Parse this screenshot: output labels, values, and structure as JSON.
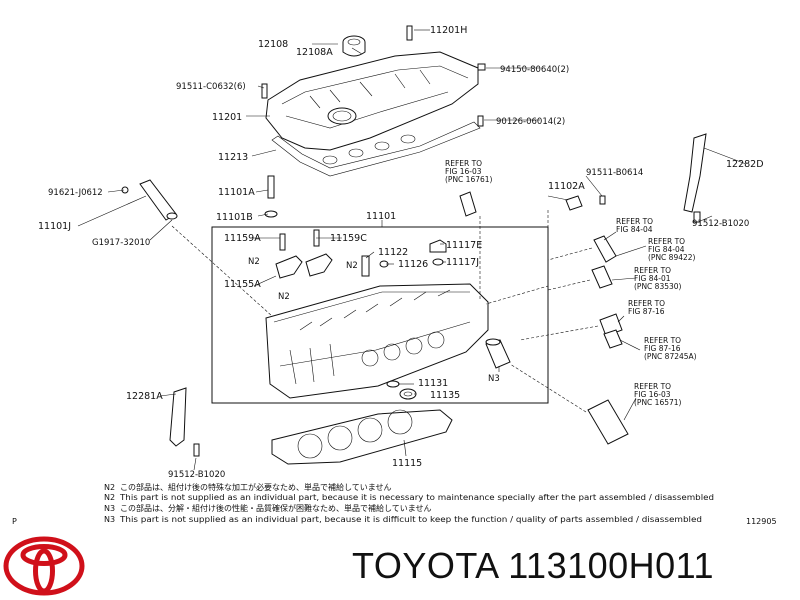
{
  "labels": {
    "p12108": "12108",
    "p12108A": "12108A",
    "p11201H": "11201H",
    "p91511": "91511-C0632(6)",
    "p94150": "94150-80640(2)",
    "p11201": "11201",
    "p90126": "90126-06014(2)",
    "p11213": "11213",
    "p91621": "91621-J0612",
    "p11101A": "11101A",
    "p11101J": "11101J",
    "p11101B": "11101B",
    "pG1917": "G1917-32010",
    "p11101": "11101",
    "p11102A": "11102A",
    "p91511b": "91511-B0614",
    "p12282D": "12282D",
    "p91512": "91512-B1020",
    "p11159A": "11159A",
    "p11159C": "11159C",
    "p11122": "11122",
    "p11117E": "11117E",
    "p11117J": "11117J",
    "p11126": "11126",
    "p11155A": "11155A",
    "n2a": "N2",
    "n2b": "N2",
    "n2c": "N2",
    "n3": "N3",
    "p12281A": "12281A",
    "p11131": "11131",
    "p11135": "11135",
    "p11115": "11115",
    "p91512b": "91512-B1020"
  },
  "refer": [
    {
      "l1": "REFER  TO",
      "l2": "FIG  16-03",
      "l3": "(PNC  16761)"
    },
    {
      "l1": "REFER  TO",
      "l2": "FIG  84-04",
      "l3": ""
    },
    {
      "l1": "REFER  TO",
      "l2": "FIG  84-04",
      "l3": "(PNC  89422)"
    },
    {
      "l1": "REFER  TO",
      "l2": "FIG  84-01",
      "l3": "(PNC  83530)"
    },
    {
      "l1": "REFER  TO",
      "l2": "FIG  87-16",
      "l3": ""
    },
    {
      "l1": "REFER  TO",
      "l2": "FIG  87-16",
      "l3": "(PNC  87245A)"
    },
    {
      "l1": "REFER  TO",
      "l2": "FIG  16-03",
      "l3": "(PNC  16571)"
    }
  ],
  "notes": [
    {
      "code": "N2",
      "text": "この部品は、組付け後の特殊な加工が必要なため、単品で補給していません"
    },
    {
      "code": "N2",
      "text": "This part is not supplied as an individual part, because it is necessary to maintenance specially after the part assembled / disassembled"
    },
    {
      "code": "N3",
      "text": "この部品は、分解・組付け後の性能・品質確保が困難なため、単品で補給していません"
    },
    {
      "code": "N3",
      "text": "This part is not supplied as an individual part, because it is difficult to keep the function / quality of parts  assembled / disassembled"
    }
  ],
  "page_marker": "P",
  "figure_code": "112905",
  "brand": {
    "logo_name": "TOYOTA",
    "caption": "TOYOTA 113100H011",
    "logo_color": "#d0101a"
  }
}
